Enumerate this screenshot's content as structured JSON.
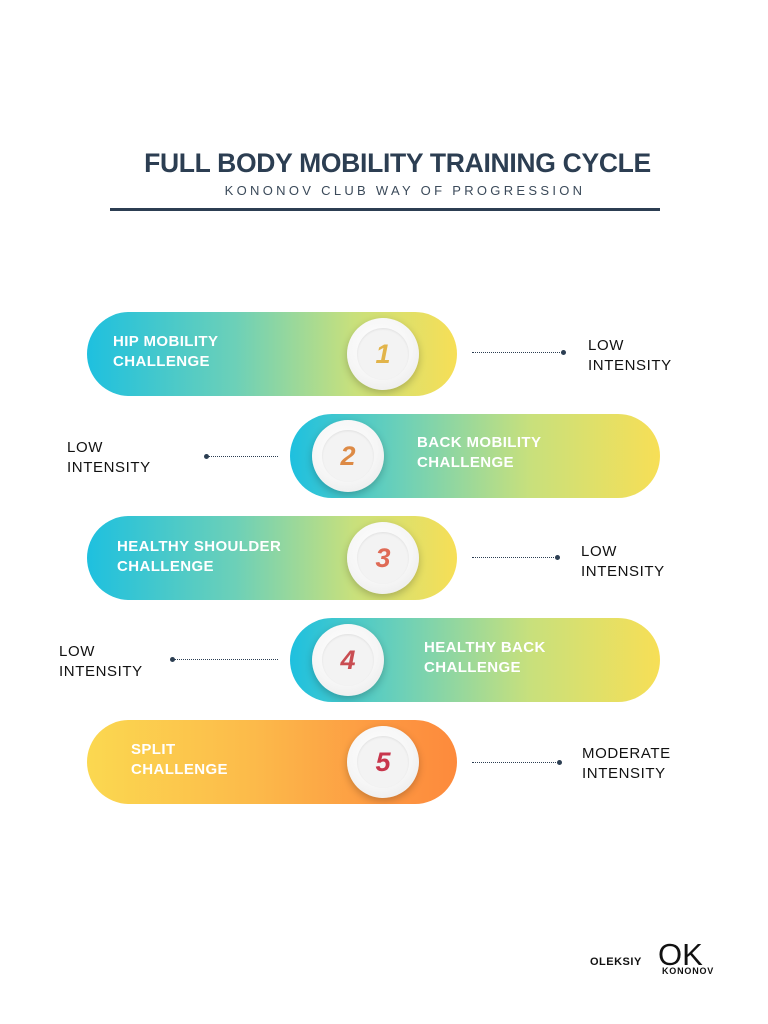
{
  "header": {
    "title": "FULL BODY MOBILITY TRAINING CYCLE",
    "subtitle": "KONONOV CLUB WAY OF PROGRESSION"
  },
  "steps": [
    {
      "number": "1",
      "label_line1": "HIP MOBILITY",
      "label_line2": "CHALLENGE",
      "intensity_line1": "LOW",
      "intensity_line2": "INTENSITY",
      "number_color": "#e2b44a"
    },
    {
      "number": "2",
      "label_line1": "BACK MOBILITY",
      "label_line2": "CHALLENGE",
      "intensity_line1": "LOW",
      "intensity_line2": "INTENSITY",
      "number_color": "#dd8a45"
    },
    {
      "number": "3",
      "label_line1": "HEALTHY SHOULDER",
      "label_line2": "CHALLENGE",
      "intensity_line1": "LOW",
      "intensity_line2": "INTENSITY",
      "number_color": "#df6a55"
    },
    {
      "number": "4",
      "label_line1": "HEALTHY BACK",
      "label_line2": "CHALLENGE",
      "intensity_line1": "LOW",
      "intensity_line2": "INTENSITY",
      "number_color": "#c94d52"
    },
    {
      "number": "5",
      "label_line1": "SPLIT",
      "label_line2": "CHALLENGE",
      "intensity_line1": "MODERATE",
      "intensity_line2": "INTENSITY",
      "number_color": "#c8364c"
    }
  ],
  "logo": {
    "first_name": "OLEKSIY",
    "mark": "OK",
    "last_name": "KONONOV"
  },
  "colors": {
    "title": "#2c3e52",
    "gradient_cool_start": "#1ec0df",
    "gradient_cool_end": "#f7df56",
    "gradient_warm_start": "#fbd850",
    "gradient_warm_end": "#fd8a3c"
  }
}
